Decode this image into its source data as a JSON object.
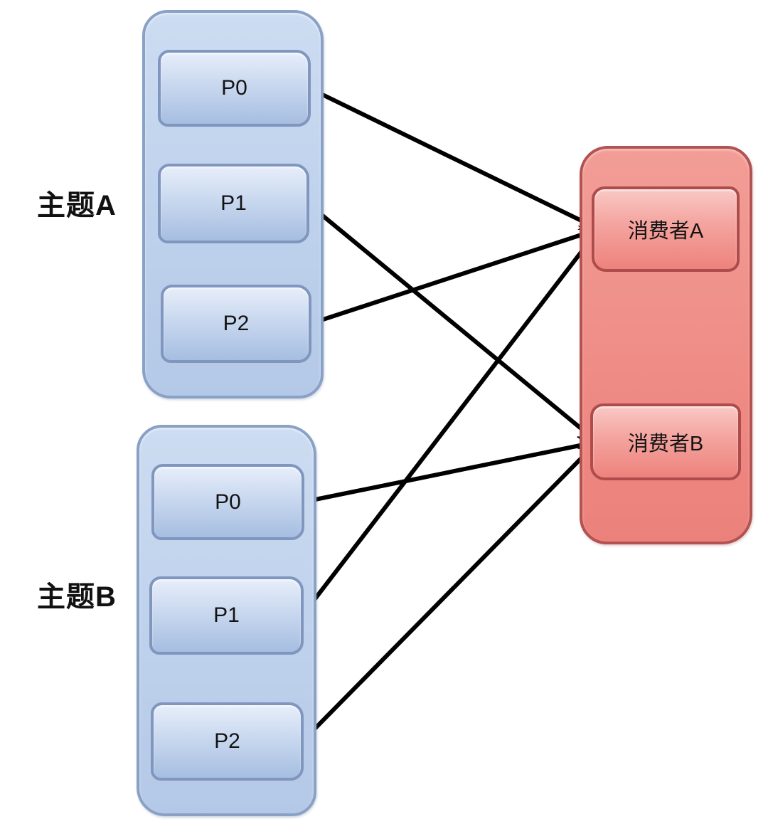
{
  "diagram": {
    "title": "",
    "topics": [
      {
        "id": "topicA",
        "label": "主题A",
        "partitions": [
          {
            "id": "A-P0",
            "label": "P0"
          },
          {
            "id": "A-P1",
            "label": "P1"
          },
          {
            "id": "A-P2",
            "label": "P2"
          }
        ]
      },
      {
        "id": "topicB",
        "label": "主题B",
        "partitions": [
          {
            "id": "B-P0",
            "label": "P0"
          },
          {
            "id": "B-P1",
            "label": "P1"
          },
          {
            "id": "B-P2",
            "label": "P2"
          }
        ]
      }
    ],
    "consumers": [
      {
        "id": "consumerA",
        "label": "消费者A"
      },
      {
        "id": "consumerB",
        "label": "消费者B"
      }
    ],
    "edges": [
      {
        "from": "A-P0",
        "to": "consumerA"
      },
      {
        "from": "A-P1",
        "to": "consumerB"
      },
      {
        "from": "A-P2",
        "to": "consumerA"
      },
      {
        "from": "B-P0",
        "to": "consumerB"
      },
      {
        "from": "B-P1",
        "to": "consumerA"
      },
      {
        "from": "B-P2",
        "to": "consumerB"
      }
    ],
    "colors": {
      "topic_fill": "#c2d4ec",
      "topic_border": "#8aa1c6",
      "partition_fill_top": "#e7eefa",
      "partition_fill_bottom": "#a6bee1",
      "partition_border": "#8096bf",
      "consumer_group_fill": "#ef8c86",
      "consumer_group_border": "#b25251",
      "consumer_fill_top": "#f9c8c5",
      "consumer_fill_bottom": "#ee827c",
      "consumer_border": "#ae4c4c",
      "arrow": "#000000",
      "label_text": "#111111"
    }
  }
}
